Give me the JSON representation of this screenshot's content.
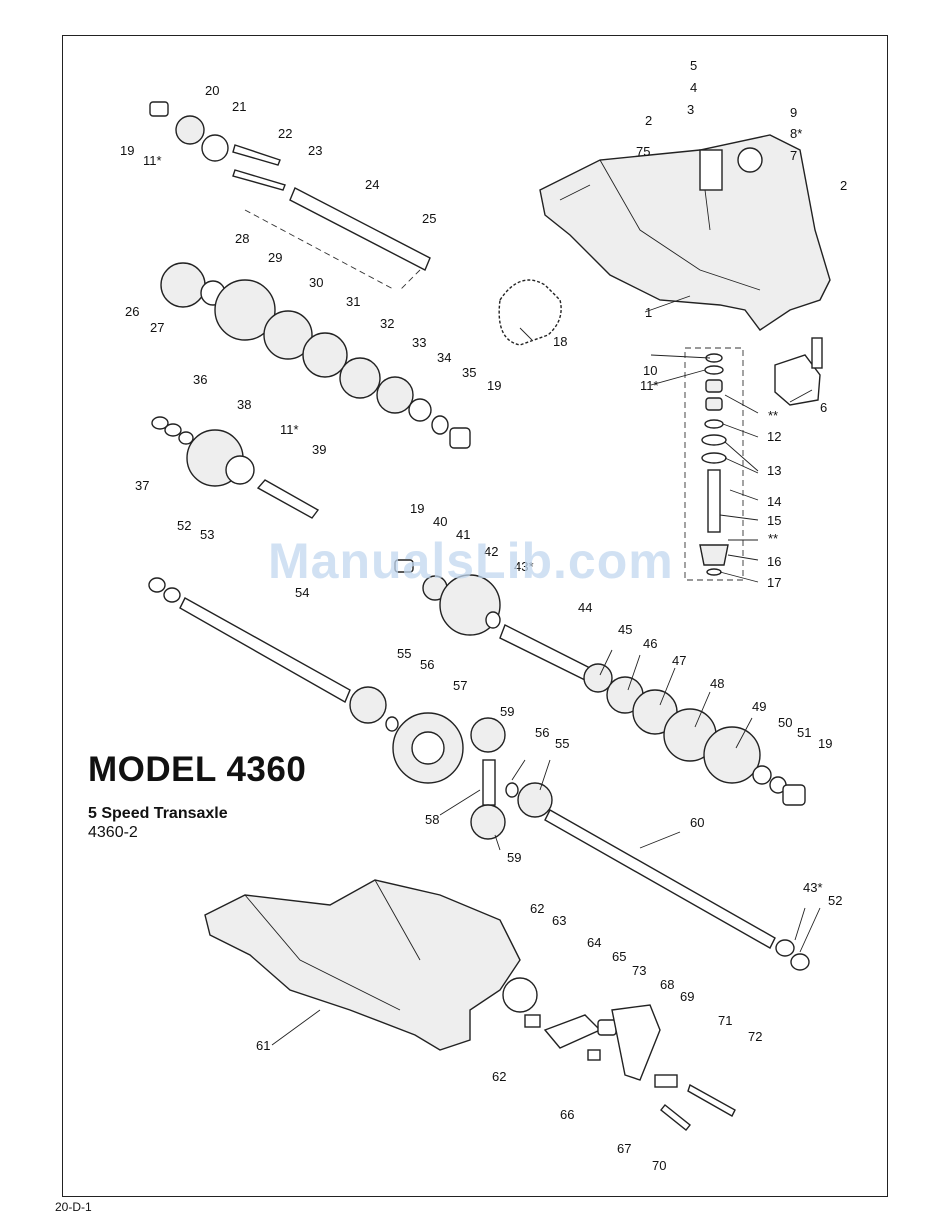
{
  "title": "MODEL 4360",
  "subtitle": "5 Speed Transaxle",
  "model_code": "4360-2",
  "footer": "20-D-1",
  "watermark": "ManualsLib.com",
  "callouts": [
    {
      "id": "c1",
      "text": "1"
    },
    {
      "id": "c2a",
      "text": "2"
    },
    {
      "id": "c2b",
      "text": "2"
    },
    {
      "id": "c3",
      "text": "3"
    },
    {
      "id": "c4",
      "text": "4"
    },
    {
      "id": "c5",
      "text": "5"
    },
    {
      "id": "c6",
      "text": "6"
    },
    {
      "id": "c7",
      "text": "7"
    },
    {
      "id": "c8",
      "text": "8*"
    },
    {
      "id": "c9",
      "text": "9"
    },
    {
      "id": "c10",
      "text": "10"
    },
    {
      "id": "c11a",
      "text": "11*"
    },
    {
      "id": "c11b",
      "text": "11*"
    },
    {
      "id": "c11c",
      "text": "11*"
    },
    {
      "id": "c12",
      "text": "12"
    },
    {
      "id": "c13",
      "text": "13"
    },
    {
      "id": "c14",
      "text": "14"
    },
    {
      "id": "c15",
      "text": "15"
    },
    {
      "id": "c16",
      "text": "16"
    },
    {
      "id": "c17",
      "text": "17"
    },
    {
      "id": "c18",
      "text": "18"
    },
    {
      "id": "c19a",
      "text": "19"
    },
    {
      "id": "c19b",
      "text": "19"
    },
    {
      "id": "c19c",
      "text": "19"
    },
    {
      "id": "c19d",
      "text": "19"
    },
    {
      "id": "c20",
      "text": "20"
    },
    {
      "id": "c21",
      "text": "21"
    },
    {
      "id": "c22",
      "text": "22"
    },
    {
      "id": "c23",
      "text": "23"
    },
    {
      "id": "c24",
      "text": "24"
    },
    {
      "id": "c25",
      "text": "25"
    },
    {
      "id": "c26",
      "text": "26"
    },
    {
      "id": "c27",
      "text": "27"
    },
    {
      "id": "c28",
      "text": "28"
    },
    {
      "id": "c29",
      "text": "29"
    },
    {
      "id": "c30",
      "text": "30"
    },
    {
      "id": "c31",
      "text": "31"
    },
    {
      "id": "c32",
      "text": "32"
    },
    {
      "id": "c33",
      "text": "33"
    },
    {
      "id": "c34",
      "text": "34"
    },
    {
      "id": "c35",
      "text": "35"
    },
    {
      "id": "c36",
      "text": "36"
    },
    {
      "id": "c37",
      "text": "37"
    },
    {
      "id": "c38",
      "text": "38"
    },
    {
      "id": "c39",
      "text": "39"
    },
    {
      "id": "c40",
      "text": "40"
    },
    {
      "id": "c41",
      "text": "41"
    },
    {
      "id": "c42",
      "text": "42"
    },
    {
      "id": "c43a",
      "text": "43*"
    },
    {
      "id": "c43b",
      "text": "43*"
    },
    {
      "id": "c44",
      "text": "44"
    },
    {
      "id": "c45",
      "text": "45"
    },
    {
      "id": "c46",
      "text": "46"
    },
    {
      "id": "c47",
      "text": "47"
    },
    {
      "id": "c48",
      "text": "48"
    },
    {
      "id": "c49",
      "text": "49"
    },
    {
      "id": "c50",
      "text": "50"
    },
    {
      "id": "c51",
      "text": "51"
    },
    {
      "id": "c52a",
      "text": "52"
    },
    {
      "id": "c52b",
      "text": "52"
    },
    {
      "id": "c53",
      "text": "53"
    },
    {
      "id": "c54",
      "text": "54"
    },
    {
      "id": "c55a",
      "text": "55"
    },
    {
      "id": "c55b",
      "text": "55"
    },
    {
      "id": "c56a",
      "text": "56"
    },
    {
      "id": "c56b",
      "text": "56"
    },
    {
      "id": "c57",
      "text": "57"
    },
    {
      "id": "c58",
      "text": "58"
    },
    {
      "id": "c59a",
      "text": "59"
    },
    {
      "id": "c59b",
      "text": "59"
    },
    {
      "id": "c60",
      "text": "60"
    },
    {
      "id": "c61",
      "text": "61"
    },
    {
      "id": "c62a",
      "text": "62"
    },
    {
      "id": "c62b",
      "text": "62"
    },
    {
      "id": "c63",
      "text": "63"
    },
    {
      "id": "c64",
      "text": "64"
    },
    {
      "id": "c65",
      "text": "65"
    },
    {
      "id": "c66",
      "text": "66"
    },
    {
      "id": "c67",
      "text": "67"
    },
    {
      "id": "c68",
      "text": "68"
    },
    {
      "id": "c69",
      "text": "69"
    },
    {
      "id": "c70",
      "text": "70"
    },
    {
      "id": "c71",
      "text": "71"
    },
    {
      "id": "c72",
      "text": "72"
    },
    {
      "id": "c73",
      "text": "73"
    },
    {
      "id": "c75",
      "text": "75"
    },
    {
      "id": "cst1",
      "text": "**"
    },
    {
      "id": "cst2",
      "text": "**"
    }
  ]
}
